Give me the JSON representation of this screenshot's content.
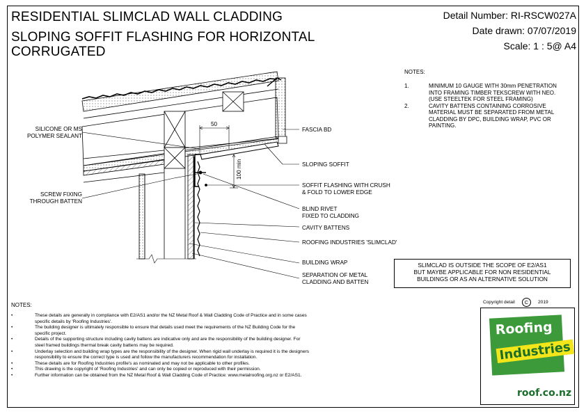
{
  "title": {
    "line1": "RESIDENTIAL SLIMCLAD WALL CLADDING",
    "line2": "SLOPING SOFFIT FLASHING FOR HORIZONTAL",
    "line3": "CORRUGATED"
  },
  "header": {
    "detail_number": "Detail Number:  RI-RSCW027A",
    "date_drawn": "Date drawn:  07/07/2019",
    "scale": "Scale:   1 : 5@ A4"
  },
  "dimensions": {
    "width_label": "50",
    "height_label": "100 min"
  },
  "labels_left": {
    "sealant_1": "SILICONE OR MS",
    "sealant_2": "POLYMER SEALANT",
    "screw_1": "SCREW FIXING",
    "screw_2": "THROUGH BATTEN"
  },
  "labels_right": {
    "fascia": "FASCIA BD",
    "sloping_soffit": "SLOPING SOFFIT",
    "flashing_1": "SOFFIT FLASHING WITH CRUSH",
    "flashing_2": "& FOLD TO LOWER EDGE",
    "rivet_1": "BLIND RIVET",
    "rivet_2": "FIXED TO CLADDING",
    "cavity": "CAVITY BATTENS",
    "slimclad": "ROOFING INDUSTRIES 'SLIMCLAD'",
    "wrap": "BUILDING WRAP",
    "separation_1": "SEPARATION OF METAL",
    "separation_2": "CLADDING AND BATTEN"
  },
  "top_notes": {
    "heading": "NOTES:",
    "items": [
      {
        "num": "1.",
        "text": "MINIMUM 10 GAUGE WITH 30mm PENETRATION INTO FRAMING TIMBER TEKSCREW WITH NEO.  (USE STEELTEK FOR STEEL FRAMING)"
      },
      {
        "num": "2.",
        "text": "CAVITY BATTENS CONTAINING CORROSIVE MATERIAL MUST BE SEPARATED FROM METAL CLADDING BY DPC, BUILDING WRAP, PVC OR PAINTING."
      }
    ]
  },
  "scope_box": {
    "line1": "SLIMCLAD IS OUTSIDE THE SCOPE OF E2/AS1",
    "line2": "BUT MAYBE APPLICABLE FOR NON RESIDENTIAL",
    "line3": "BUILDINGS OR AS AN ALTERNATIVE SOLUTION"
  },
  "copyright": {
    "text": "Copyright detail",
    "symbol": "C",
    "year": "2019"
  },
  "bottom_notes": {
    "heading": "NOTES:",
    "items": [
      "These details are generally in compliance with E2/AS1 and/or the NZ Metal Roof & Wall Cladding Code of Practice and in some cases specific details by 'Roofing Industries'.",
      "The building designer is ultimately responsible to ensure that details used meet the requirements of the NZ Building Code for the specific project.",
      "Details of the supporting structure including cavity battens are indicative only and are the responsibility of the building designer.  For steel framed buildings thermal break cavity battens may be required.",
      "Underlay selection and building wrap types are the responsibility of the designer.  When rigid wall underlay is required it is the designers responsibility to ensure the correct type is used and follow the manufacturers recommendation for installation.",
      "These details are for Roofing Industries profile's as nominated and may not be applicable to other profiles.",
      "This drawing is the copyright of 'Roofing Industries' and can only be copied or reproduced with their permission.",
      "Further information can be obtained from the NZ Metal Roof & Wall Cladding Code of Practice: www.metalroofing.org.nz or E2/AS1."
    ]
  },
  "logo": {
    "word1": "Roofing",
    "word2": "Industries",
    "url": "roof.co.nz",
    "green": "#3c9a3a",
    "yellow": "#f2e51a"
  }
}
